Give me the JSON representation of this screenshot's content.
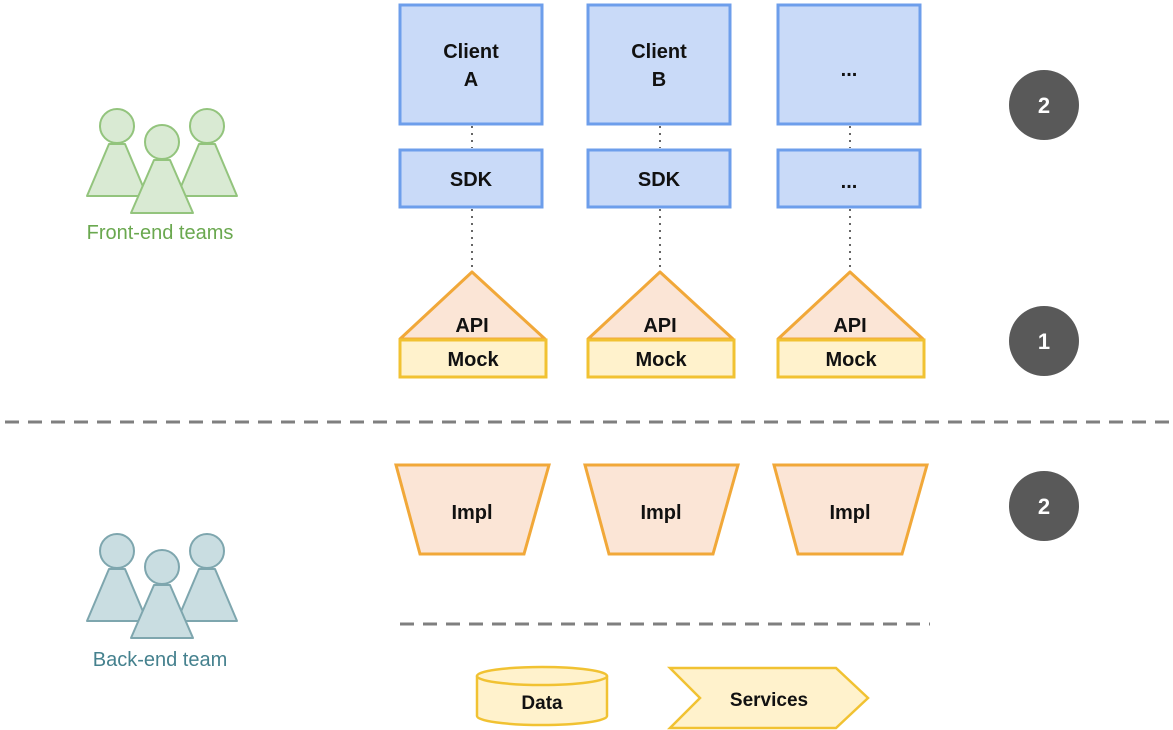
{
  "teams": {
    "frontend": {
      "label": "Front-end teams",
      "color": "#6aa84f",
      "fill": "#d9ead3",
      "stroke": "#93c47d"
    },
    "backend": {
      "label": "Back-end team",
      "color": "#45818e",
      "fill": "#c9dde1",
      "stroke": "#7ea6ae"
    }
  },
  "columns": [
    {
      "client_line1": "Client",
      "client_line2": "A",
      "sdk": "SDK",
      "api": "API",
      "mock": "Mock",
      "impl": "Impl"
    },
    {
      "client_line1": "Client",
      "client_line2": "B",
      "sdk": "SDK",
      "api": "API",
      "mock": "Mock",
      "impl": "Impl"
    },
    {
      "client_line1": "...",
      "client_line2": "",
      "sdk": "...",
      "api": "API",
      "mock": "Mock",
      "impl": "Impl"
    }
  ],
  "badges": [
    "2",
    "1",
    "2"
  ],
  "storage": {
    "data": "Data",
    "services": "Services"
  },
  "colors": {
    "client_fill": "#c9daf8",
    "client_stroke": "#6d9eeb",
    "api_fill": "#fbe5d6",
    "api_stroke": "#f1a839",
    "mock_fill": "#fff2cc",
    "mock_stroke": "#f1c232",
    "impl_fill": "#fbe5d6",
    "impl_stroke": "#f1a839",
    "data_fill": "#fff2cc",
    "data_stroke": "#f1c232",
    "badge_fill": "#595959",
    "divider": "#7f7f7f"
  }
}
